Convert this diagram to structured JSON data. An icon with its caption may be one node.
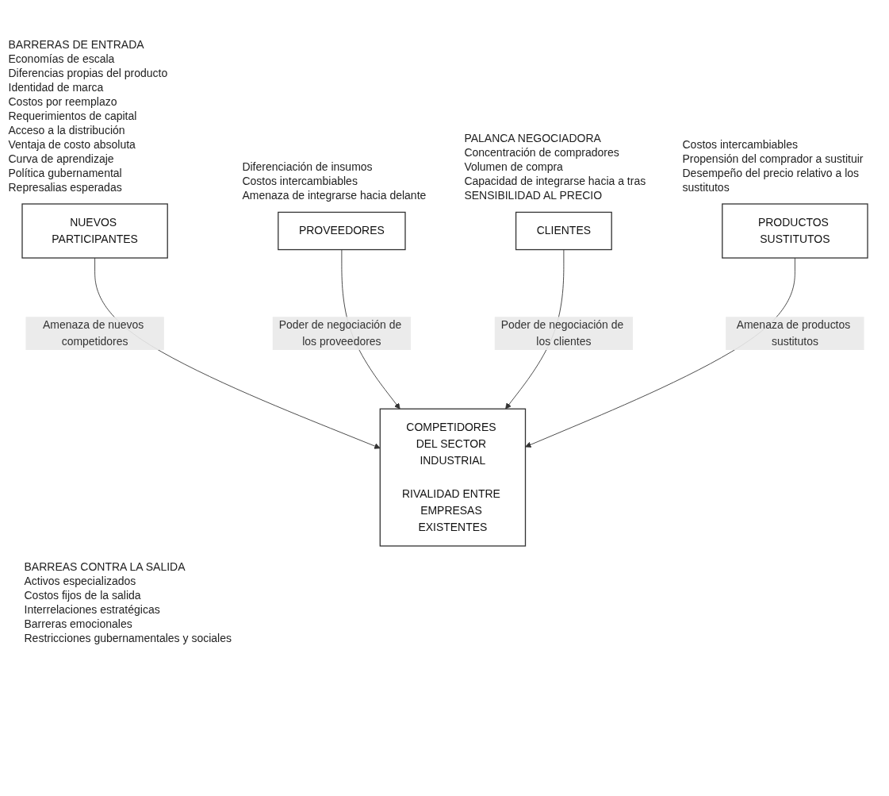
{
  "diagram": {
    "nodes": [
      {
        "text": [
          "NUEVOS PARTICIPANTES"
        ],
        "beside": [
          "BARRERAS DE ENTRADA",
          "Economías de escala",
          "Diferencias propias del producto",
          "Identidad de marca",
          "Costos por reemplazo",
          "Requerimientos de capital",
          "Acceso a la distribución",
          "Ventaja de costo absoluta",
          "Curva de aprendizaje",
          "Política gubernamental",
          "Represalias esperadas"
        ]
      },
      {
        "text": [
          "COMPETIDORES DEL SECTOR INDUSTRIAL",
          "RIVALIDAD ENTRE EMPRESAS EXISTENTES"
        ]
      },
      {
        "text": [
          "PROVEEDORES"
        ],
        "beside": [
          "Diferenciación de insumos",
          "Costos intercambiables",
          "Amenaza de integrarse hacia delante"
        ]
      },
      {
        "text": [
          "CLIENTES"
        ],
        "beside": [
          "PALANCA NEGOCIADORA",
          "Concentración de compradores",
          "Volumen de compra",
          "Capacidad de integrarse hacia a tras",
          "SENSIBILIDAD AL PRECIO"
        ]
      },
      {
        "text": [
          "PRODUCTOS SUSTITUTOS"
        ],
        "beside": [
          "Costos intercambiables",
          "Propensión del comprador a sustituir",
          "Desempeño del precio relativo a los sustitutos"
        ]
      }
    ],
    "edges": [
      {
        "from": 0,
        "to": 1,
        "arrow": "to",
        "label": "Amenaza de nuevos competidores"
      },
      {
        "from": 2,
        "to": 1,
        "arrow": "to",
        "label": "Poder de negociación de los proveedores"
      },
      {
        "from": 3,
        "to": 1,
        "arrow": "to",
        "label": "Poder de negociación de los clientes"
      },
      {
        "from": 4,
        "to": 1,
        "arrow": "to",
        "label": "Amenaza de productos sustitutos"
      }
    ],
    "labels": [
      "BARREAS CONTRA LA SALIDA",
      "Activos especializados",
      "Costos fijos de la salida",
      "Interrelaciones estratégicas",
      "Barreras emocionales",
      "Restricciones gubernamentales y sociales"
    ]
  }
}
